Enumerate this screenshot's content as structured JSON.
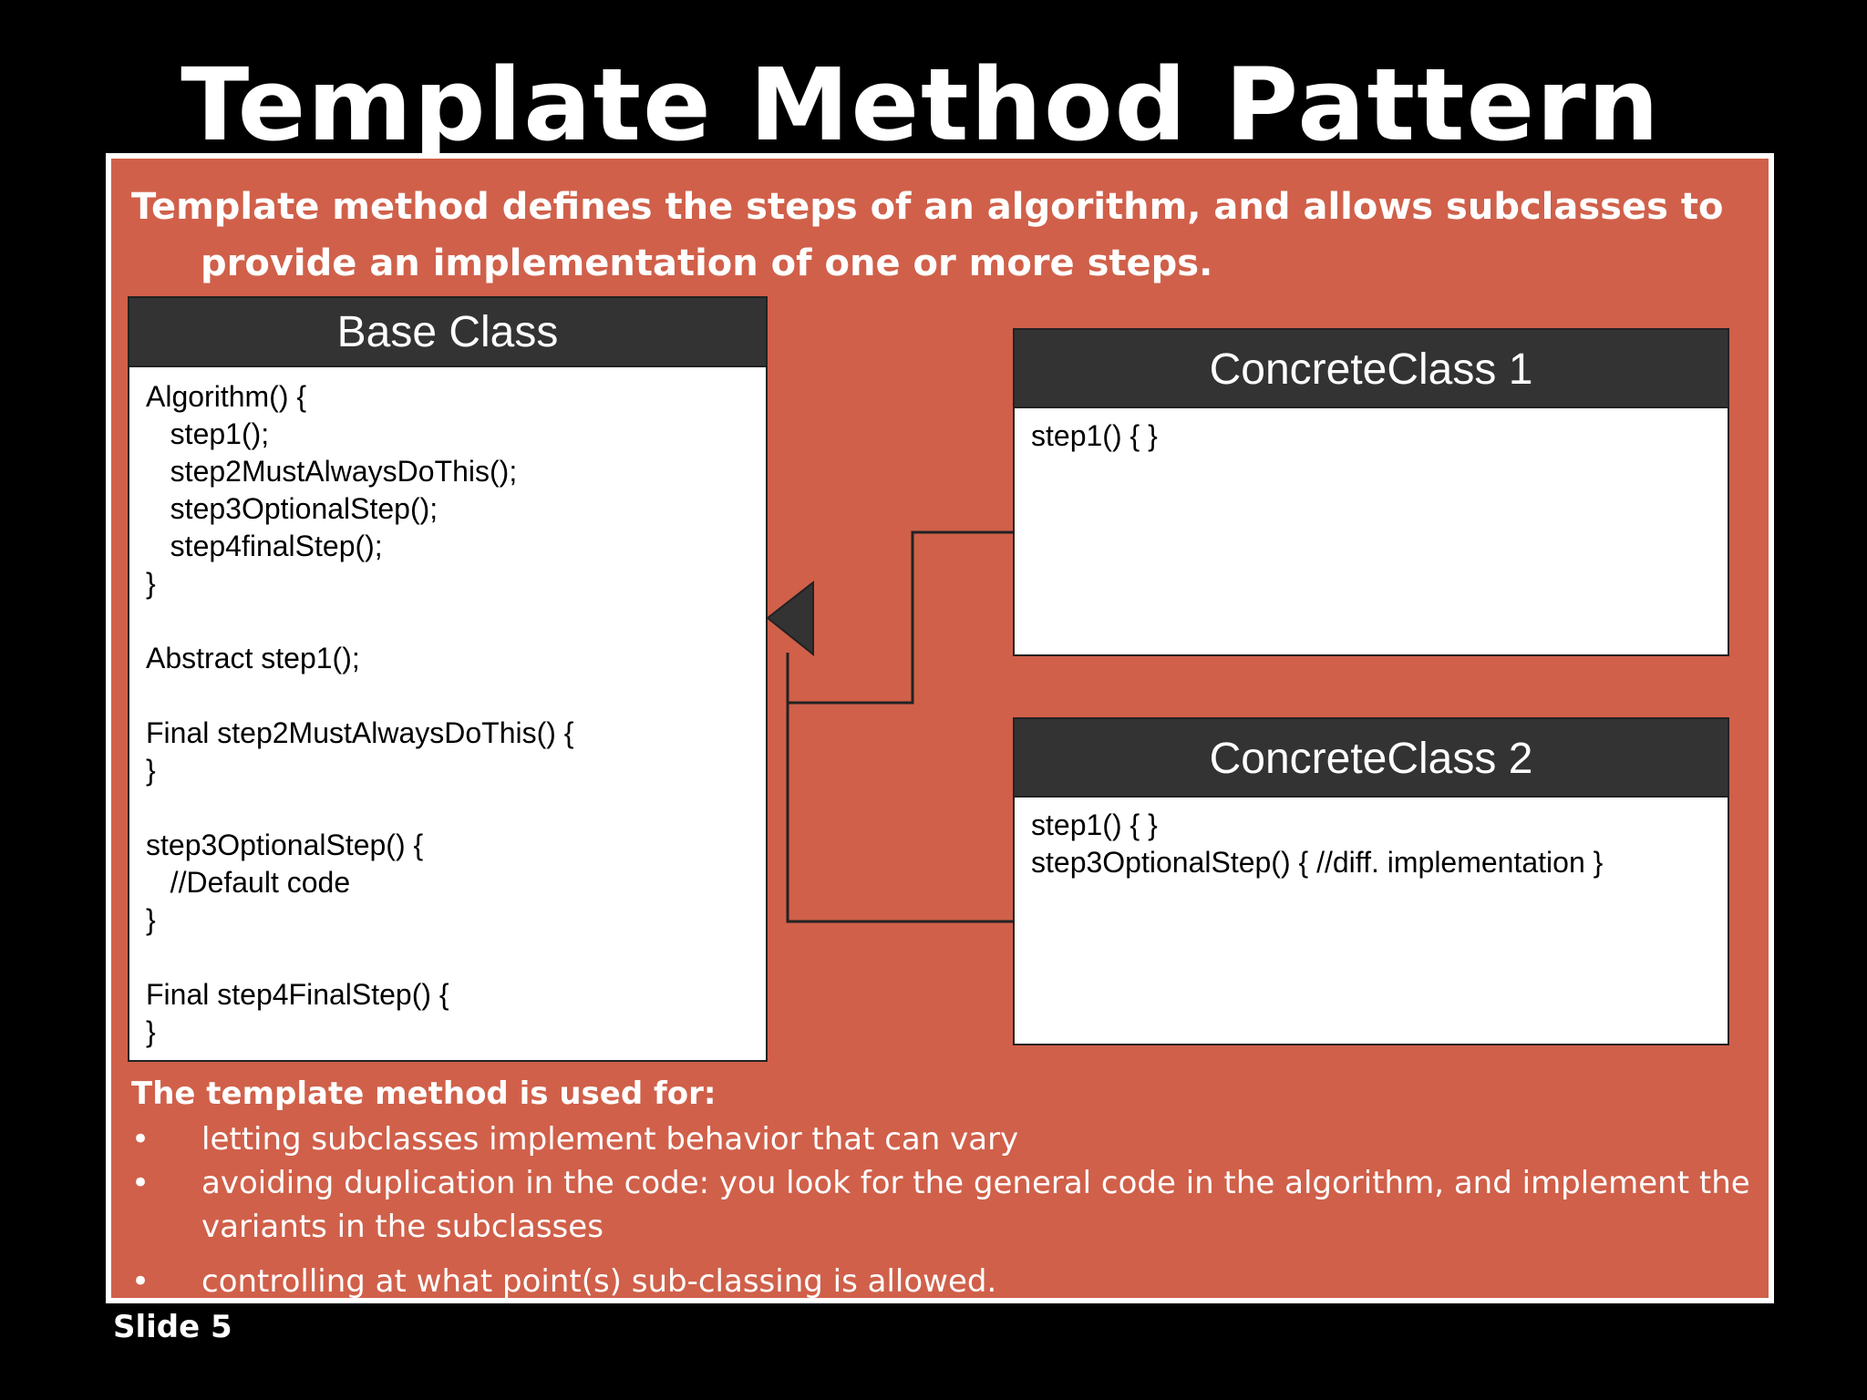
{
  "title": "Template Method Pattern",
  "intro": {
    "line1": "Template method defines the steps of an algorithm, and allows subclasses to",
    "line2": "provide an implementation of one or more steps."
  },
  "base_class": {
    "name": "Base Class",
    "code": "Algorithm() {\n   step1();\n   step2MustAlwaysDoThis();\n   step3OptionalStep();\n   step4finalStep();\n}\n\nAbstract step1();\n\nFinal step2MustAlwaysDoThis() {\n}\n\nstep3OptionalStep() {\n   //Default code\n}\n\nFinal step4FinalStep() {\n}"
  },
  "concrete1": {
    "name": "ConcreteClass 1",
    "code": "step1() { }"
  },
  "concrete2": {
    "name": "ConcreteClass 2",
    "code": "step1() { }\nstep3OptionalStep() { //diff. implementation }"
  },
  "used_for": {
    "heading": "The template method is used for:",
    "bullet": "•",
    "items": [
      "letting subclasses implement behavior that can vary",
      "avoiding duplication in the code: you look for the general code in the algorithm, and implement the variants in the subclasses",
      "controlling at what point(s) sub-classing is allowed."
    ]
  },
  "slide_label": "Slide 5",
  "colors": {
    "panel": "#d0604a",
    "header": "#333333",
    "background": "#000000"
  }
}
